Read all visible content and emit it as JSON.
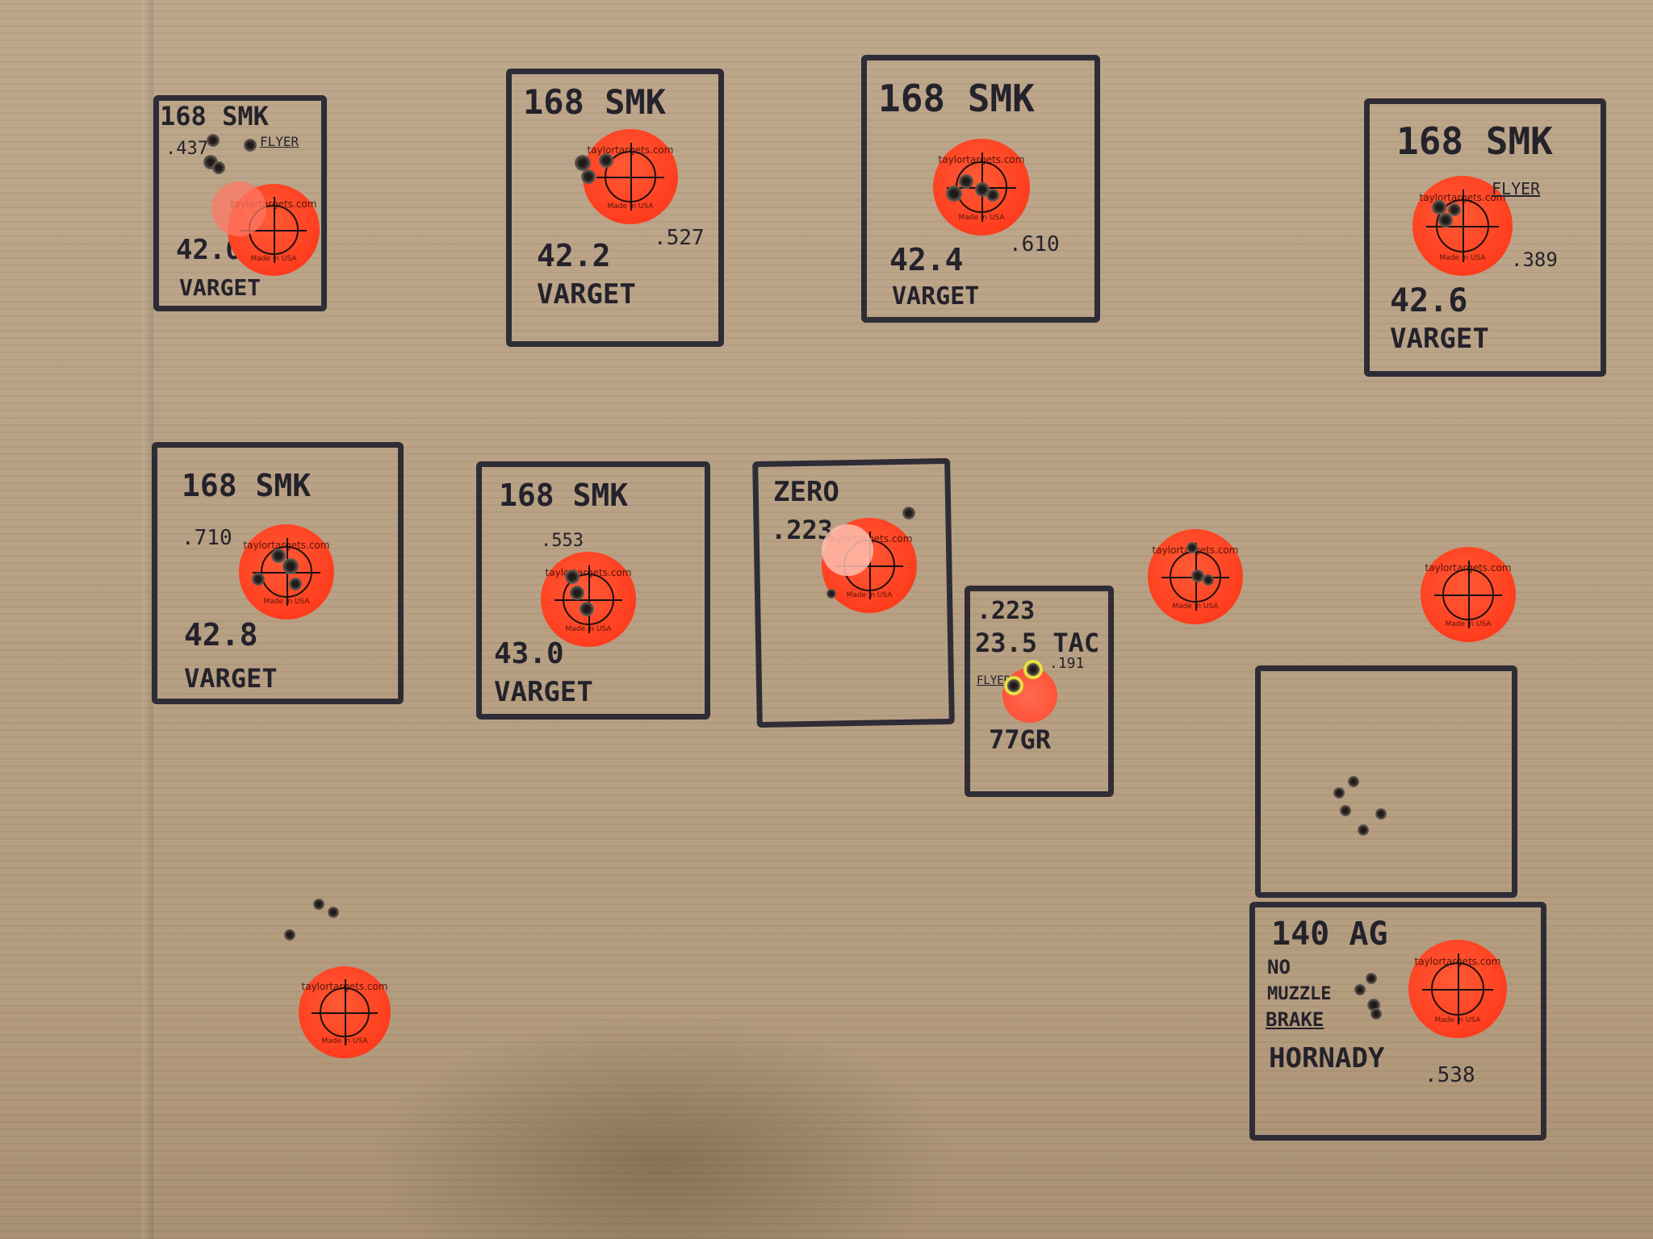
{
  "targets": [
    {
      "title": "168 SMK",
      "charge": "42.0",
      "powder": "VARGET",
      "group": ".437",
      "note": "FLYER"
    },
    {
      "title": "168 SMK",
      "charge": "42.2",
      "powder": "VARGET",
      "group": ".527"
    },
    {
      "title": "168 SMK",
      "charge": "42.4",
      "powder": "VARGET",
      "group": ".610"
    },
    {
      "title": "168 SMK",
      "charge": "42.6",
      "powder": "VARGET",
      "group": ".389",
      "note": "FLYER"
    },
    {
      "title": "168 SMK",
      "charge": "42.8",
      "powder": "VARGET",
      "group": ".710"
    },
    {
      "title": "168 SMK",
      "charge": "43.0",
      "powder": "VARGET",
      "group": ".553"
    },
    {
      "title": "ZERO",
      "caliber": ".223"
    },
    {
      "caliber": ".223",
      "load": "23.5 TAC",
      "group": ".191",
      "note": "FLYER",
      "bullet": "77GR"
    },
    {
      "title": "140 AG",
      "line2": "NO",
      "line3": "MUZZLE",
      "line4": "BRAKE",
      "brand": "HORNADY",
      "group": ".538"
    }
  ],
  "sticker": {
    "brand": "taylortargets.com",
    "made": "Made in USA"
  },
  "colors": {
    "cardboard": "#b79f82",
    "marker": "#2e2c36",
    "sticker": "#ff3d1e"
  }
}
